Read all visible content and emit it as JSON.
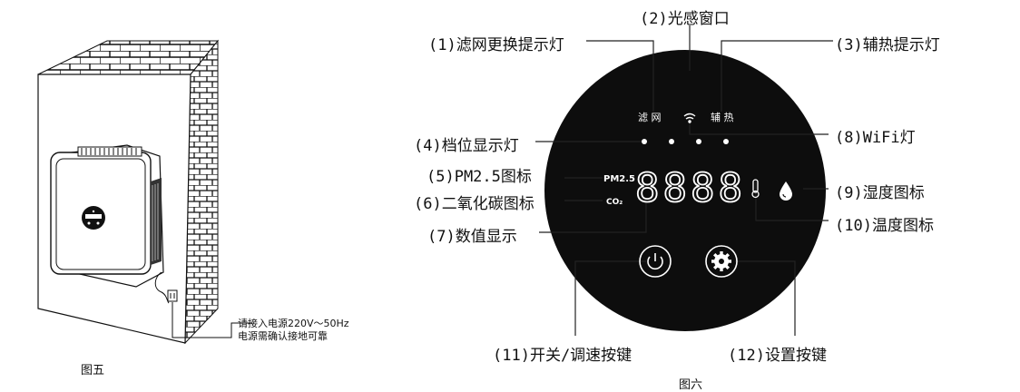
{
  "figure5": {
    "caption": "图五",
    "note_line1": "请接入电源220V～50Hz",
    "note_line2": "电源需确认接地可靠"
  },
  "figure6": {
    "caption": "图六",
    "callouts": {
      "c1": "(1)滤网更换提示灯",
      "c2": "(2)光感窗口",
      "c3": "(3)辅热提示灯",
      "c4": "(4)档位显示灯",
      "c5": "(5)PM2.5图标",
      "c6": "(6)二氧化碳图标",
      "c7": "(7)数值显示",
      "c8": "(8)WiFi灯",
      "c9": "(9)湿度图标",
      "c10": "(10)温度图标",
      "c11": "(11)开关/调速按键",
      "c12": "(12)设置按键"
    },
    "panel": {
      "filter_label": "滤 网",
      "heater_label": "辅 热",
      "pm_label": "PM2.5",
      "co2_label": "CO₂",
      "digits": "8888"
    }
  },
  "colors": {
    "panel": "#0d0d0d",
    "line": "#222222"
  }
}
